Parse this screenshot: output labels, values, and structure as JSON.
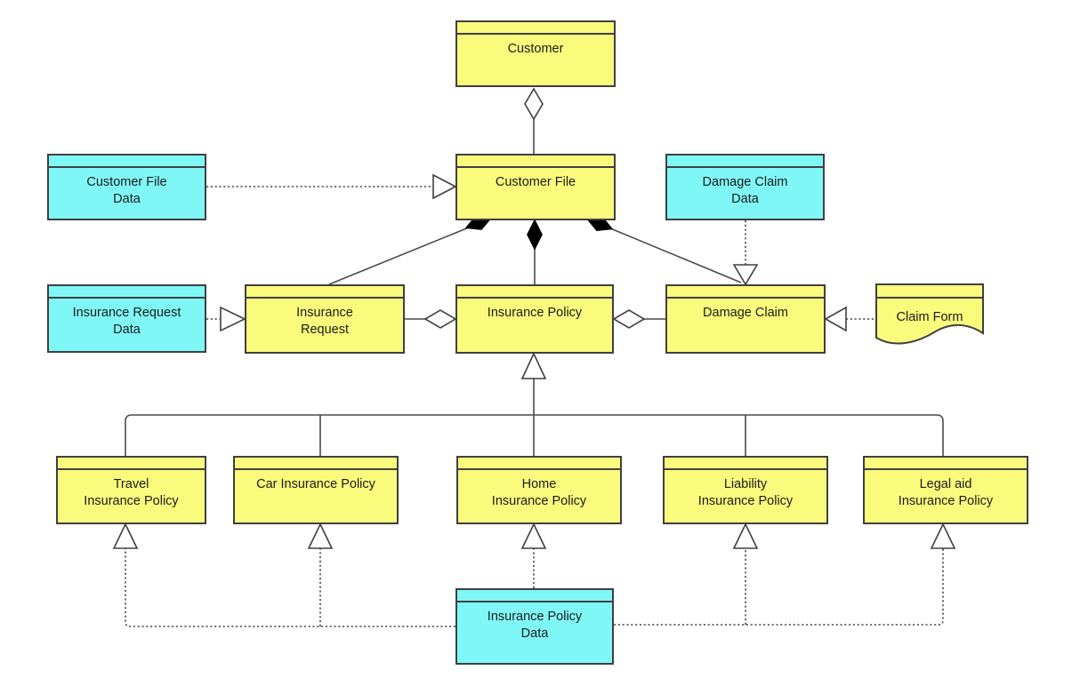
{
  "diagram": {
    "kind": "business-object-model",
    "colors": {
      "object_fill": "#FAFA7D",
      "data_fill": "#80F7F7",
      "border": "#404040",
      "line": "#4A4A4A",
      "text": "#1C1C1C"
    },
    "nodes": {
      "customer": {
        "label": "Customer",
        "kind": "business-object"
      },
      "customer_file": {
        "label": "Customer File",
        "kind": "business-object"
      },
      "customer_file_data": {
        "label": "Customer File\nData",
        "kind": "data-object"
      },
      "damage_claim_data": {
        "label": "Damage Claim\nData",
        "kind": "data-object"
      },
      "insurance_request_data": {
        "label": "Insurance Request\nData",
        "kind": "data-object"
      },
      "insurance_request": {
        "label": "Insurance\nRequest",
        "kind": "business-object"
      },
      "insurance_policy": {
        "label": "Insurance Policy",
        "kind": "business-object"
      },
      "damage_claim": {
        "label": "Damage Claim",
        "kind": "business-object"
      },
      "claim_form": {
        "label": "Claim Form",
        "kind": "representation"
      },
      "travel_insurance_policy": {
        "label": "Travel\nInsurance Policy",
        "kind": "business-object"
      },
      "car_insurance_policy": {
        "label": "Car Insurance Policy",
        "kind": "business-object"
      },
      "home_insurance_policy": {
        "label": "Home\nInsurance Policy",
        "kind": "business-object"
      },
      "liability_insurance_policy": {
        "label": "Liability\nInsurance Policy",
        "kind": "business-object"
      },
      "legal_aid_insurance_policy": {
        "label": "Legal aid\nInsurance Policy",
        "kind": "business-object"
      },
      "insurance_policy_data": {
        "label": "Insurance Policy\nData",
        "kind": "data-object"
      }
    },
    "edges": [
      {
        "from": "Customer",
        "to": "Customer File",
        "type": "aggregation"
      },
      {
        "from": "Customer File Data",
        "to": "Customer File",
        "type": "realization"
      },
      {
        "from": "Damage Claim Data",
        "to": "Damage Claim",
        "type": "realization"
      },
      {
        "from": "Customer File",
        "to": "Insurance Request",
        "type": "composition"
      },
      {
        "from": "Customer File",
        "to": "Insurance Policy",
        "type": "composition"
      },
      {
        "from": "Customer File",
        "to": "Damage Claim",
        "type": "composition"
      },
      {
        "from": "Insurance Policy",
        "to": "Insurance Request",
        "type": "aggregation"
      },
      {
        "from": "Insurance Policy",
        "to": "Damage Claim",
        "type": "aggregation"
      },
      {
        "from": "Insurance Request Data",
        "to": "Insurance Request",
        "type": "realization"
      },
      {
        "from": "Claim Form",
        "to": "Damage Claim",
        "type": "realization"
      },
      {
        "from": "Travel Insurance Policy",
        "to": "Insurance Policy",
        "type": "specialization"
      },
      {
        "from": "Car Insurance Policy",
        "to": "Insurance Policy",
        "type": "specialization"
      },
      {
        "from": "Home Insurance Policy",
        "to": "Insurance Policy",
        "type": "specialization"
      },
      {
        "from": "Liability Insurance Policy",
        "to": "Insurance Policy",
        "type": "specialization"
      },
      {
        "from": "Legal aid Insurance Policy",
        "to": "Insurance Policy",
        "type": "specialization"
      },
      {
        "from": "Insurance Policy Data",
        "to": "Travel Insurance Policy",
        "type": "realization"
      },
      {
        "from": "Insurance Policy Data",
        "to": "Car Insurance Policy",
        "type": "realization"
      },
      {
        "from": "Insurance Policy Data",
        "to": "Home Insurance Policy",
        "type": "realization"
      },
      {
        "from": "Insurance Policy Data",
        "to": "Liability Insurance Policy",
        "type": "realization"
      },
      {
        "from": "Insurance Policy Data",
        "to": "Legal aid Insurance Policy",
        "type": "realization"
      }
    ]
  }
}
